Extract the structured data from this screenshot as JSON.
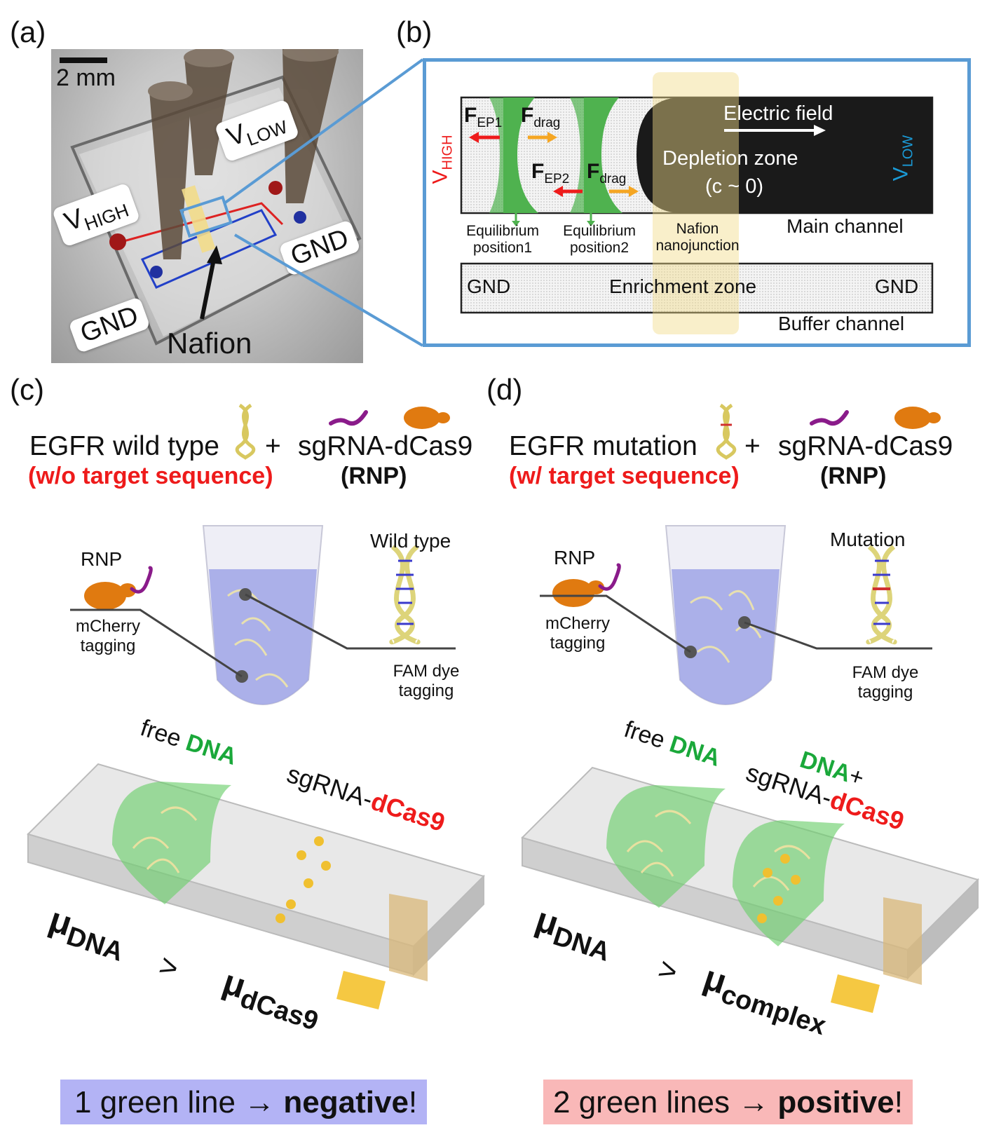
{
  "panel_a": {
    "letter": "(a)",
    "scale_bar": "2 mm",
    "v_low": {
      "main": "V",
      "sub": "LOW"
    },
    "v_high": {
      "main": "V",
      "sub": "HIGH"
    },
    "gnd_right": "GND",
    "gnd_left": "GND",
    "nafion": "Nafion"
  },
  "panel_b": {
    "letter": "(b)",
    "f_ep1": {
      "main": "F",
      "sub": "EP1"
    },
    "f_drag1": {
      "main": "F",
      "sub": "drag"
    },
    "f_ep2": {
      "main": "F",
      "sub": "EP2"
    },
    "f_drag2": {
      "main": "F",
      "sub": "drag"
    },
    "v_high": {
      "main": "V",
      "sub": "HIGH"
    },
    "v_low": {
      "main": "V",
      "sub": "LOW"
    },
    "electric_field": "Electric field",
    "depletion_zone": "Depletion zone",
    "concentration": "(c ~ 0)",
    "main_channel": "Main channel",
    "eq1_line1": "Equilibrium",
    "eq1_line2": "position1",
    "eq2_line1": "Equilibrium",
    "eq2_line2": "position2",
    "nafion_line1": "Nafion",
    "nafion_line2": "nanojunction",
    "gnd_left": "GND",
    "enrichment_zone": "Enrichment zone",
    "gnd_right": "GND",
    "buffer_channel": "Buffer channel"
  },
  "panel_c": {
    "letter": "(c)",
    "title": "EGFR wild type",
    "plus": "+",
    "rnp_name": "sgRNA-dCas9",
    "subtitle": "(w/o target sequence)",
    "rnp_abbrev": "(RNP)",
    "rnp_label": "RNP",
    "mcherry_1": "mCherry",
    "mcherry_2": "tagging",
    "dna_label": "Wild type",
    "fam_1": "FAM dye",
    "fam_2": "tagging",
    "free": "free",
    "dna": "DNA",
    "sgrna_prefix": "sgRNA-",
    "dcas9": "dCas9",
    "mu": "μ",
    "mu_dna_sub": "DNA",
    "gt": ">",
    "mu_dcas9_sub": "dCas9",
    "result_prefix": "1 green line → ",
    "result_bold": "negative",
    "result_suffix": "!",
    "result_bg": "#b3b3f5"
  },
  "panel_d": {
    "letter": "(d)",
    "title": "EGFR mutation",
    "plus": "+",
    "rnp_name": "sgRNA-dCas9",
    "subtitle": "(w/ target sequence)",
    "rnp_abbrev": "(RNP)",
    "rnp_label": "RNP",
    "mcherry_1": "mCherry",
    "mcherry_2": "tagging",
    "dna_label": "Mutation",
    "fam_1": "FAM dye",
    "fam_2": "tagging",
    "free": "free",
    "dna": "DNA",
    "dna2": "DNA",
    "plus2": "+",
    "sgrna_prefix": "sgRNA-",
    "dcas9": "dCas9",
    "mu": "μ",
    "mu_dna_sub": "DNA",
    "gt": ">",
    "mu_complex_sub": "complex",
    "result_prefix": "2 green lines → ",
    "result_bold": "positive",
    "result_suffix": "!",
    "result_bg": "#f9b8b8"
  },
  "colors": {
    "frame_blue": "#5a9bd4",
    "label_red": "#ee1b1b",
    "label_green": "#1aa83a",
    "band_green": "#4fb24f",
    "nafion_yellow": "#f2dc8a",
    "rnp_orange": "#e07a10",
    "rna_purple": "#8a1b8a",
    "v_low_blue": "#1a9ad6"
  }
}
